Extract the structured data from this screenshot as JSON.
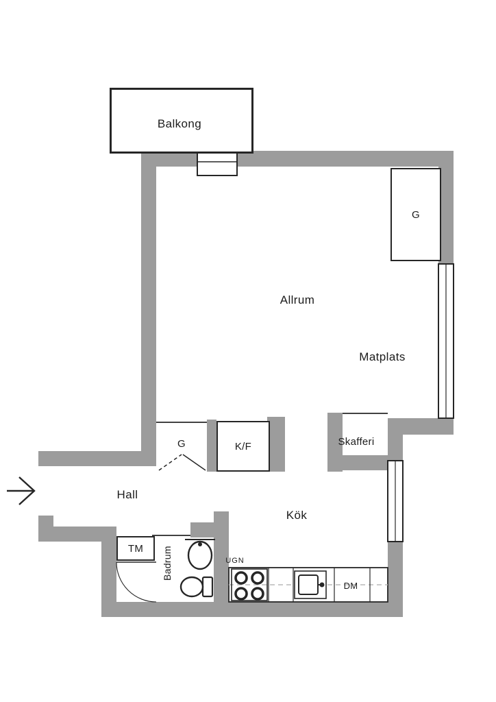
{
  "floorplan": {
    "colors": {
      "background": "#ffffff",
      "wall": "#9c9c9c",
      "line": "#262626",
      "dash": "#b8b8b8"
    },
    "rooms": {
      "balcony": "Balkong",
      "living_room": "Allrum",
      "dining_area": "Matplats",
      "hall": "Hall",
      "kitchen": "Kök",
      "bathroom": "Badrum",
      "pantry": "Skafferi"
    },
    "fixtures": {
      "wardrobe_living": "G",
      "wardrobe_hall": "G",
      "fridge_freezer": "K/F",
      "washing_machine": "TM",
      "oven": "UGN",
      "dishwasher": "DM"
    }
  }
}
